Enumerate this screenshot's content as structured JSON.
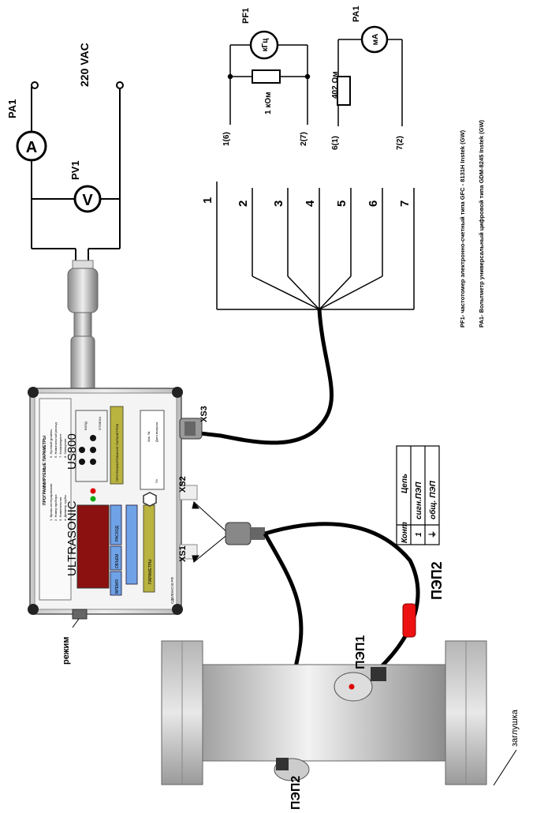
{
  "power": {
    "pa1": "PA1",
    "ammeter_symbol": "A",
    "pv1": "PV1",
    "voltmeter_symbol": "V",
    "voltage": "220 VAC"
  },
  "meters": {
    "pf1": "PF1",
    "pf1_unit": "кГц",
    "resistor_1": "1 кОм",
    "pa1": "PA1",
    "pa1_unit": "мА",
    "resistor_2": "402 Ом",
    "pin_1_6": "1(6)",
    "pin_2_7": "2(7)",
    "pin_6_1": "6(1)",
    "pin_7_2": "7(2)"
  },
  "notes": {
    "pf1": "PF1- частотомер электронно-счетный типа GFC - 8131H Instek (GW)",
    "pa1": "PA1- Вольтметр универсальный цифровой типа GDM-8245 Instek (GW)"
  },
  "harness": {
    "wires": [
      "1",
      "2",
      "3",
      "4",
      "5",
      "6",
      "7"
    ]
  },
  "device": {
    "brand": "ULTRASONIC",
    "model": "US800",
    "header": "ПРОГРАММИРУЕМЫЕ ПАРАМЕТРЫ",
    "params": [
      "1. Время интегрирования",
      "2. Номер прибора",
      "3. Номинальная",
      "4. Диаметр трубы",
      "5. Нулевой уровень",
      "6. Номинальный расход",
      "7. Коэффициент",
      "8. Смещение"
    ],
    "btn_flow": "РАСХОД",
    "btn_volume": "ОБЪЕМ",
    "btn_time": "ВРЕМЯ",
    "btn_params": "ПАРАМЕТРЫ",
    "btn_program": "ПРОГРАММИРОВАНИЕ ПАРАМЕТРОВ",
    "arrow_in": "ВХОД",
    "arrow_out": "ОТМЕНА",
    "maker": "СДЕЛАНО В РФ",
    "serial_label": "Зав. №",
    "date_label": "Дата выпуска",
    "seal": "Пл"
  },
  "connectors": {
    "xs1": "XS1",
    "xs2": "XS2",
    "xs3": "XS3"
  },
  "mode_label": "режим",
  "pipe": {
    "pep1": "ПЭП1",
    "pep2_pipe": "ПЭП2",
    "pep2_side": "ПЭП2",
    "plug": "заглушка"
  },
  "contact_table": {
    "headers": [
      "Конт",
      "Цепь"
    ],
    "rows": [
      [
        "1",
        "сигн.ПЭП"
      ],
      [
        "⏚",
        "общ. ПЭП"
      ]
    ]
  }
}
